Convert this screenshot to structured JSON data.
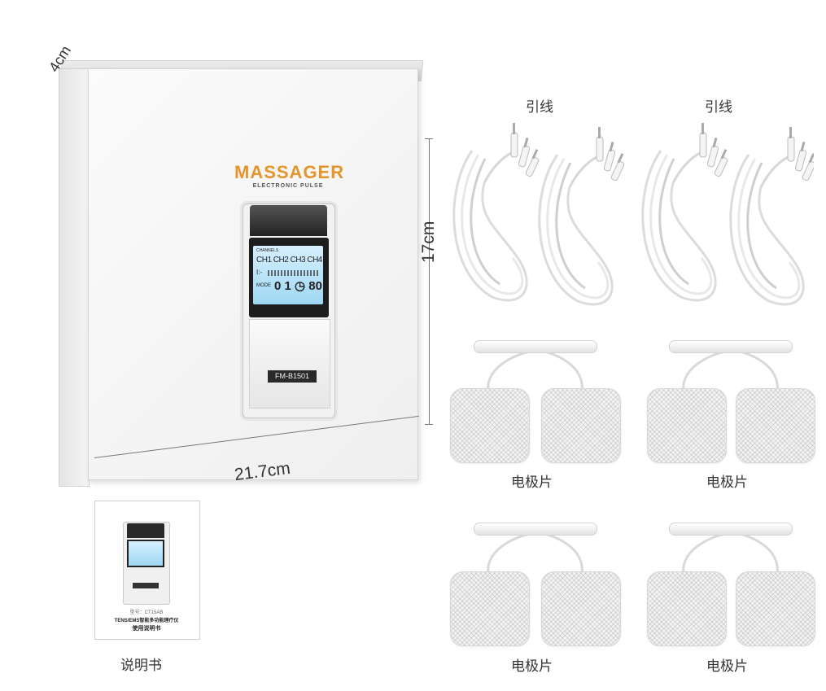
{
  "box": {
    "brand": "MASSAGER",
    "subtitle": "ELECTRONIC PULSE",
    "model": "FM-B1501",
    "screen": {
      "channels": "CHANNELS",
      "ch_row": "CH1 CH2 CH3 CH4",
      "line2": "I:-",
      "mode": "MODE",
      "digits": "0 1 ◷ 80"
    }
  },
  "dimensions": {
    "depth": "4cm",
    "height": "17cm",
    "width": "21.7cm"
  },
  "manual": {
    "line1": "型号：CT15AB",
    "line2": "TENS/EMS智能多功能理疗仪",
    "line3": "使用说明书",
    "caption": "说明书"
  },
  "cables": [
    {
      "caption": "引线"
    },
    {
      "caption": "引线"
    }
  ],
  "pads": [
    {
      "caption": "电极片"
    },
    {
      "caption": "电极片"
    },
    {
      "caption": "电极片"
    },
    {
      "caption": "电极片"
    }
  ],
  "colors": {
    "brand": "#e6952a",
    "screen": "#9fd7f2",
    "device_dark": "#222222"
  }
}
